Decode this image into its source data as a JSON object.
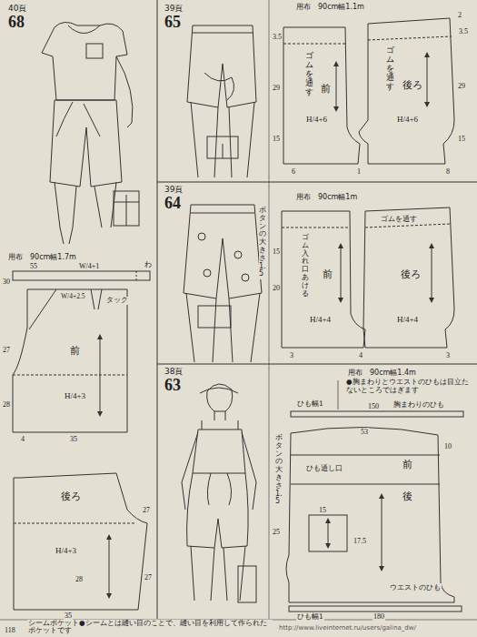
{
  "diagram": {
    "labels": [
      "40頁",
      "68",
      "39頁",
      "65",
      "39頁",
      "64",
      "38頁",
      "63",
      "用布　90cm幅1.1m",
      "ゴムを通す",
      "前",
      "ゴムを通す",
      "後ろ",
      "H/4+6",
      "H/4+6",
      "29",
      "15",
      "2",
      "3.5",
      "29",
      "15",
      "6",
      "1",
      "8",
      "3.5",
      "用布　90cm幅1m",
      "ボタンの大きさ1.5",
      "ゴム入れ口あける",
      "前",
      "ゴムを通す",
      "後ろ",
      "H/4+4",
      "H/4+4",
      "15",
      "20",
      "3",
      "4",
      "3",
      "用布　90cm幅1.4m",
      "●胸まわりとウエストのひもは目立たないところではぎます",
      "ひも幅1",
      "150",
      "胸まわりのひも",
      "53",
      "10",
      "ボタンの大きさ1.5",
      "ひも通し口",
      "前",
      "後",
      "25",
      "15",
      "17.5",
      "ウエストのひも",
      "ひも幅1",
      "180",
      "用布　90cm幅1.7m",
      "55",
      "W/4+1",
      "わ",
      "30",
      "W/4+2.5",
      "タック",
      "27",
      "前",
      "H/4+3",
      "28",
      "4",
      "35",
      "後ろ",
      "27",
      "H/4+3",
      "28",
      "27",
      "35",
      "シームポケット●シームとは縫い目のことで、縫い目を利用して作られたポケットです",
      "118",
      "http://www.liveinternet.ru/users/galina_dw/"
    ]
  }
}
